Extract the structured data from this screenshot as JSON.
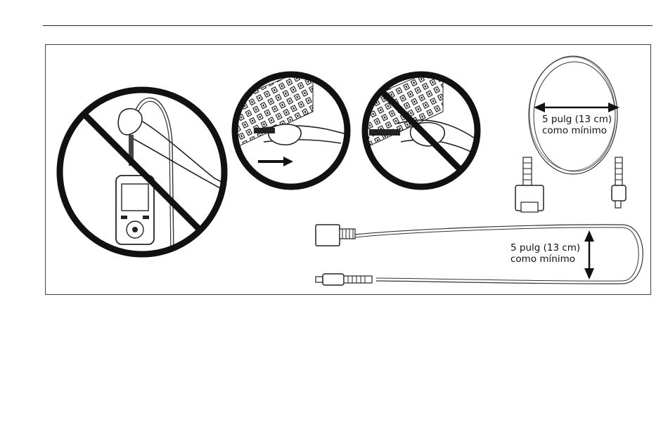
{
  "figure": {
    "dimension_labels": [
      {
        "line1": "5 pulg (13 cm)",
        "line2": "como mínimo"
      },
      {
        "line1": "5 pulg (13 cm)",
        "line2": "como mínimo"
      }
    ],
    "icons": [
      "prohibited-icon",
      "arrow-right-icon",
      "double-arrow-icon"
    ]
  }
}
